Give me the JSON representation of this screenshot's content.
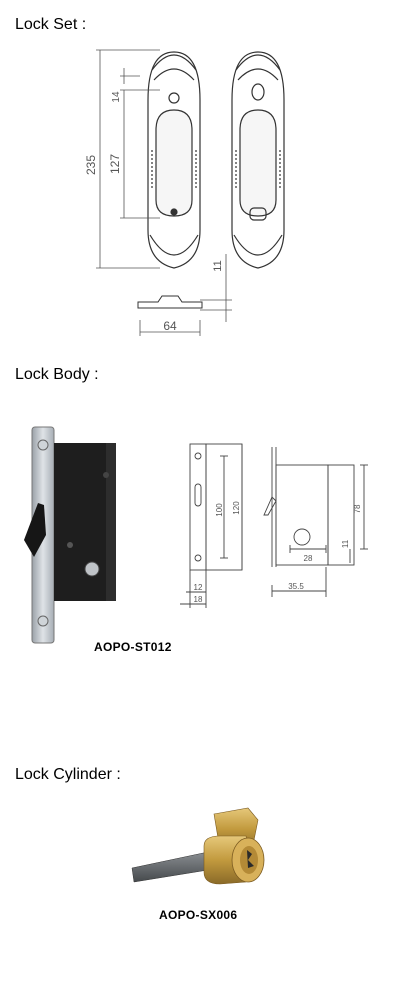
{
  "sections": {
    "lock_set": {
      "heading": "Lock Set :",
      "dims": {
        "d235": "235",
        "d127": "127",
        "d14": "14",
        "d11": "11",
        "d64": "64"
      }
    },
    "lock_body": {
      "heading": "Lock Body :",
      "caption": "AOPO-ST012",
      "dims": {
        "d100": "100",
        "d120": "120",
        "d12": "12",
        "d18": "18",
        "d78": "78",
        "d28": "28",
        "d11": "11",
        "d35_5": "35.5"
      }
    },
    "lock_cylinder": {
      "heading": "Lock Cylinder :",
      "caption": "AOPO-SX006"
    }
  },
  "colors": {
    "line": "#555555",
    "body": "#1e1e1e",
    "plate": "#b9bfc6",
    "brass": "#c9a24a"
  }
}
